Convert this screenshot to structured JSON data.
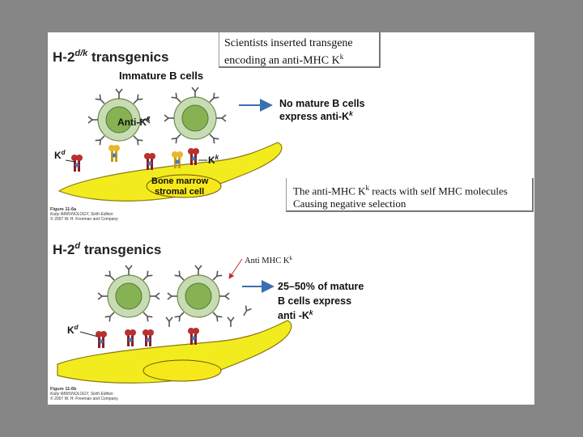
{
  "panel_a": {
    "title_main": "H-2",
    "title_sup": "d/k",
    "title_rest": " transgenics",
    "immature_label": "Immature B cells",
    "result_line1": "No mature B cells",
    "result_line2_main": "express anti-K",
    "result_line2_sup": "k",
    "anti_k_main": "Anti-K",
    "anti_k_sup": "k",
    "kd_main": "K",
    "kd_sup": "d",
    "kk_main": "K",
    "kk_sup": "k",
    "stromal_line1": "Bone marrow",
    "stromal_line2": "stromal cell",
    "figure_label": "Figure 11-6a",
    "book": "Kuby IMMUNOLOGY, Sixth Edition",
    "copyright": "© 2007 W. H. Freeman and Company"
  },
  "panel_b": {
    "title_main": "H-2",
    "title_sup": "d",
    "title_rest": " transgenics",
    "anti_mhc_main": "Anti MHC K",
    "anti_mhc_sup": "k",
    "result_line1": "25–50% of mature",
    "result_line2": "B cells express",
    "result_line3_main": "anti -K",
    "result_line3_sup": "k",
    "kd_main": "K",
    "kd_sup": "d",
    "figure_label": "Figure 11-6b",
    "book": "Kuby IMMUNOLOGY, Sixth Edition",
    "copyright": "© 2007 W. H. Freeman and Company"
  },
  "callouts": {
    "top_line1": "Scientists inserted transgene",
    "top_line2_main": "encoding an anti-MHC K",
    "top_line2_sup": "k",
    "mid_line1_a": "The anti-MHC K",
    "mid_line1_sup": "k",
    "mid_line1_b": " reacts with self MHC molecules",
    "mid_line2": "Causing negative selection"
  },
  "colors": {
    "slide_frame": "#868686",
    "stromal_fill": "#f2ec1e",
    "bcell_membrane": "#c8dcb4",
    "bcell_nucleus": "#86b254",
    "arrow_blue": "#3a6fb0",
    "antigen_red": "#a8262a",
    "antigen_yellow": "#e8b82a",
    "antibody": "#555555",
    "callout_arrow": "#c0302a"
  }
}
